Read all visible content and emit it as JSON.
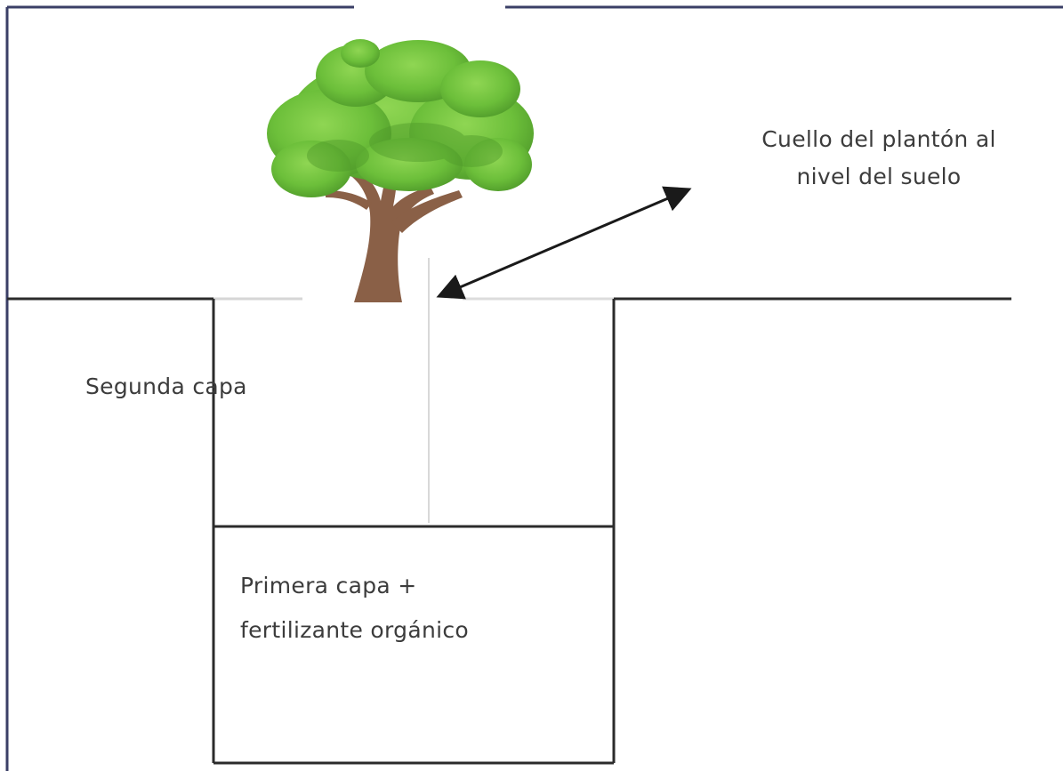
{
  "labels": {
    "collar_line1": "Cuello del plantón  al",
    "collar_line2": "nivel del suelo",
    "second_layer": "Segunda capa",
    "first_layer_line1": "Primera capa +",
    "first_layer_line2": "fertilizante orgánico"
  },
  "colors": {
    "line": "#2b2b2b",
    "frame": "#3a3f66",
    "foliage": "#6cbf3a",
    "foliage_dark": "#4f9a2a",
    "trunk": "#8a6047",
    "text": "#3c3c3c"
  },
  "icons": {
    "tree": "tree-icon",
    "arrow": "double-headed-arrow"
  }
}
